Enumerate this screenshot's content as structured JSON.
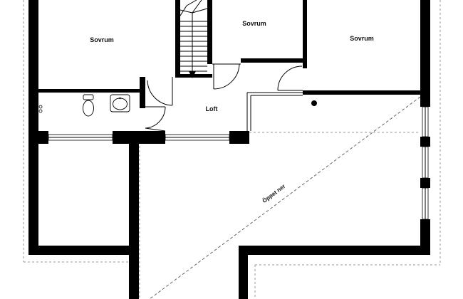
{
  "rooms": {
    "sovrum_left": "Sovrum",
    "sovrum_middle": "Sovrum",
    "sovrum_right": "Sovrum",
    "loft": "Loft",
    "open_below": "Öppet ner"
  }
}
